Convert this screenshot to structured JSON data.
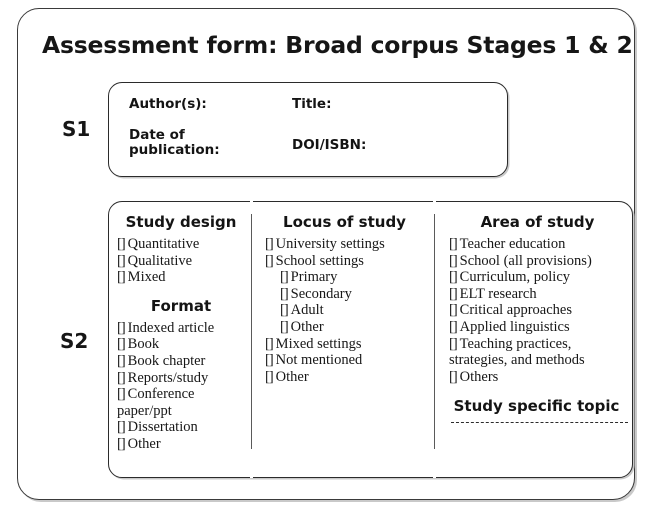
{
  "form": {
    "title": "Assessment form: Broad corpus Stages 1 & 2",
    "checkbox_glyph": "[]"
  },
  "stage1": {
    "label": "S1",
    "fields": {
      "authors": "Author(s):",
      "title": "Title:",
      "date_of_publication": "Date of\npublication:",
      "doi_isbn": "DOI/ISBN:"
    }
  },
  "stage2": {
    "label": "S2",
    "columns": [
      {
        "heading": "Study design",
        "options": [
          "Quantitative",
          "Qualitative",
          "Mixed"
        ],
        "subsection": {
          "heading": "Format",
          "options": [
            "Indexed article",
            "Book",
            "Book chapter",
            "Reports/study",
            "Conference paper/ppt",
            "Dissertation",
            "Other"
          ]
        }
      },
      {
        "heading": "Locus of study",
        "options": [
          {
            "label": "University settings",
            "indent": 0
          },
          {
            "label": "School settings",
            "indent": 0
          },
          {
            "label": "Primary",
            "indent": 1
          },
          {
            "label": "Secondary",
            "indent": 1
          },
          {
            "label": "Adult",
            "indent": 1
          },
          {
            "label": "Other",
            "indent": 1
          },
          {
            "label": "Mixed settings",
            "indent": 0
          },
          {
            "label": "Not mentioned",
            "indent": 0
          },
          {
            "label": "Other",
            "indent": 0
          }
        ]
      },
      {
        "heading": "Area of study",
        "options": [
          "Teacher education",
          "School (all provisions)",
          "Curriculum, policy",
          "ELT research",
          "Critical approaches",
          "Applied linguistics",
          "Teaching practices, strategies, and methods",
          "Others"
        ],
        "study_specific_topic": {
          "heading": "Study specific topic",
          "value": ""
        }
      }
    ]
  },
  "colors": {
    "border": "#2b2b2b",
    "divider": "#5a5a5a",
    "text": "#171717",
    "shadow": "#c9c9c9",
    "background": "#ffffff"
  }
}
